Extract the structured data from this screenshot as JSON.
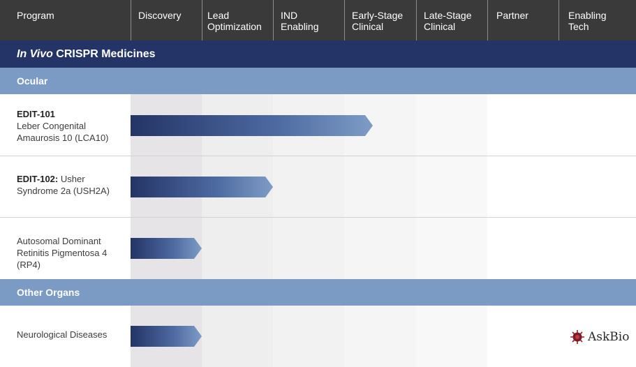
{
  "stages": [
    {
      "line1": "Program",
      "line2": ""
    },
    {
      "line1": "Discovery",
      "line2": ""
    },
    {
      "line1": "Lead",
      "line2": "Optimization"
    },
    {
      "line1": "IND",
      "line2": "Enabling"
    },
    {
      "line1": "Early-Stage",
      "line2": "Clinical"
    },
    {
      "line1": "Late-Stage",
      "line2": "Clinical"
    },
    {
      "line1": "Partner",
      "line2": ""
    },
    {
      "line1": "Enabling",
      "line2": "Tech"
    }
  ],
  "section_main": {
    "italic": "In Vivo",
    "rest": " CRISPR Medicines"
  },
  "subsections": {
    "ocular": "Ocular",
    "other": "Other Organs"
  },
  "programs": {
    "edit101": {
      "name": "EDIT-101",
      "desc": "Leber Congenital Amaurosis 10 (LCA10)"
    },
    "edit102": {
      "name": "EDIT-102:",
      "desc": " Usher Syndrome 2a (USH2A)"
    },
    "rp4": {
      "name": "",
      "desc": "Autosomal Dominant Retinitis Pigmentosa 4 (RP4)"
    },
    "neuro": {
      "name": "",
      "desc": "Neurological Diseases"
    }
  },
  "partner_logo": "AskBio",
  "colors": {
    "header": "#3a3a3a",
    "main_band": "#243466",
    "sub_band": "#7b9bc4",
    "arrow_start": "#243466",
    "arrow_end": "#7e9cc6"
  },
  "chart_data": {
    "type": "bar",
    "orientation": "horizontal",
    "stages": [
      "Discovery",
      "Lead Optimization",
      "IND Enabling",
      "Early-Stage Clinical",
      "Late-Stage Clinical"
    ],
    "categories": [
      "EDIT-101",
      "EDIT-102",
      "Autosomal Dominant Retinitis Pigmentosa 4 (RP4)",
      "Neurological Diseases"
    ],
    "values": [
      3.4,
      2.0,
      1.0,
      1.0
    ],
    "xlim": [
      0,
      5
    ]
  }
}
